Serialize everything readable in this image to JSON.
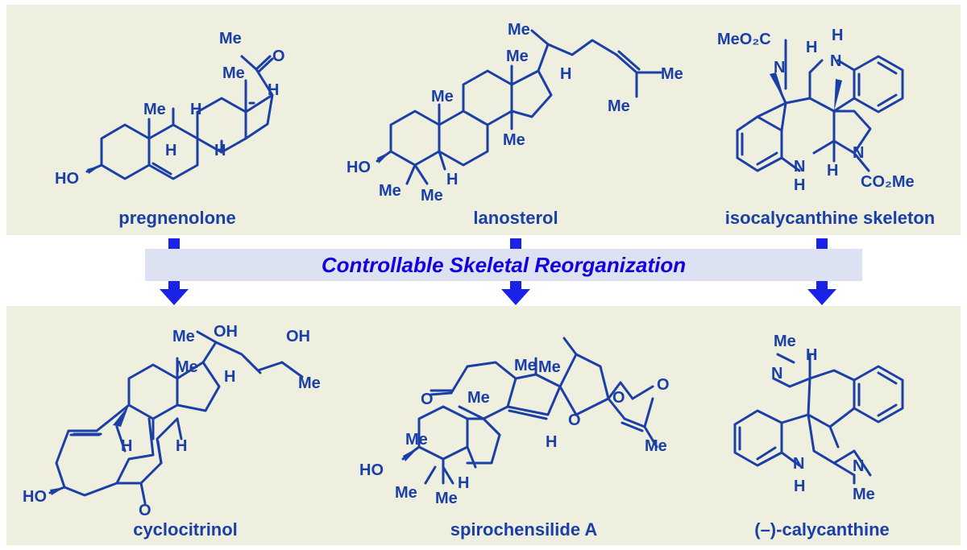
{
  "transformation": "Controllable Skeletal Reorganization",
  "colors": {
    "ink": "#1a3fa6",
    "panel": "#efefdf",
    "banner": "#dde2f2",
    "arrow": "#1b22e8",
    "title": "#1400dc"
  },
  "top_row": [
    {
      "name": "pregnenolone"
    },
    {
      "name": "lanosterol"
    },
    {
      "name": "isocalycanthine skeleton"
    }
  ],
  "bottom_row": [
    {
      "name": "cyclocitrinol"
    },
    {
      "name": "spirochensilide A"
    },
    {
      "name": "(–)-calycanthine"
    }
  ],
  "atom_labels": {
    "me": "Me",
    "h": "H",
    "o": "O",
    "oh": "OH",
    "ho": "HO",
    "n": "N",
    "meo2c": "MeO₂C",
    "co2me": "CO₂Me"
  }
}
